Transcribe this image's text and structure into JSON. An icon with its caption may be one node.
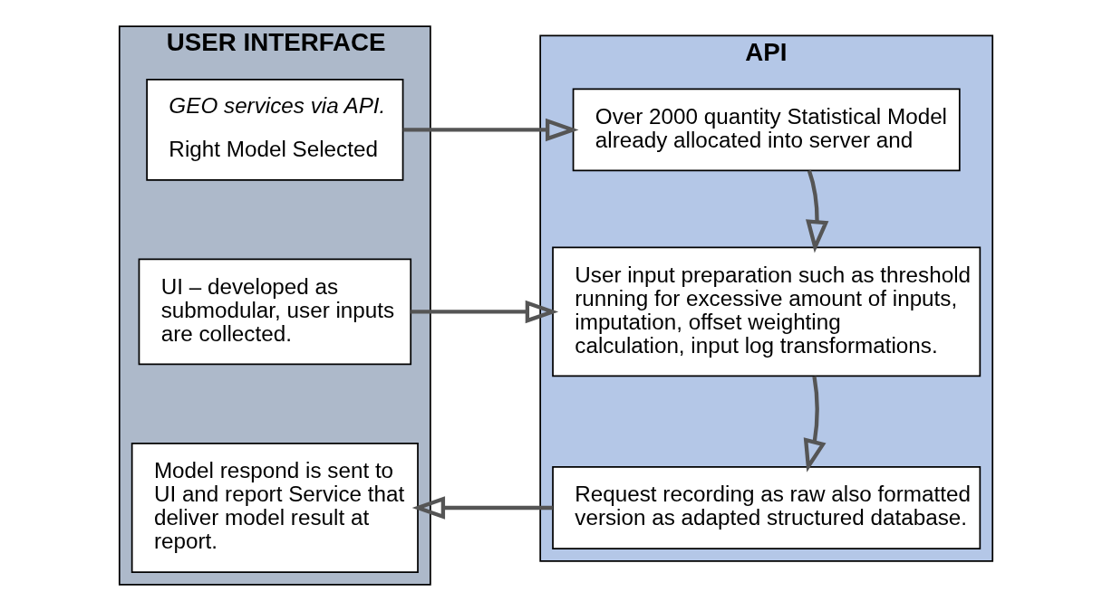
{
  "diagram": {
    "nodes": [
      {
        "text": [
          "USER INTERFACE"
        ]
      },
      {
        "text": [
          "GEO services via API.",
          "Right Model Selected"
        ],
        "in": 0
      },
      {
        "text": [
          "UI – developed as submodular, user inputs are collected."
        ],
        "in": 0
      },
      {
        "text": [
          "Model respond is sent to UI and report Service that deliver model result at report."
        ],
        "in": 0
      },
      {
        "text": [
          "API"
        ]
      },
      {
        "text": [
          "Over 2000 quantity Statistical Model already allocated into server and"
        ],
        "in": 4
      },
      {
        "text": [
          "User input preparation such as threshold running for excessive amount of inputs, imputation, offset weighting calculation, input log transformations."
        ],
        "in": 4
      },
      {
        "text": [
          "Request recording as raw also formatted version as adapted structured database."
        ],
        "in": 4
      }
    ],
    "edges": [
      {
        "from": 1,
        "to": 5,
        "arrow": "to"
      },
      {
        "from": 5,
        "to": 6,
        "arrow": "to"
      },
      {
        "from": 2,
        "to": 6,
        "arrow": "to"
      },
      {
        "from": 6,
        "to": 7,
        "arrow": "to"
      },
      {
        "from": 7,
        "to": 3,
        "arrow": "to"
      }
    ]
  }
}
